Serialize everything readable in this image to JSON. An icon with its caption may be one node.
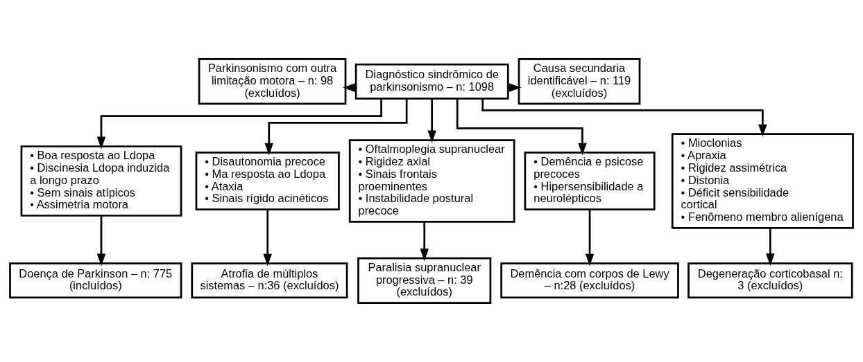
{
  "diagram": {
    "nodes": [
      {
        "text": [
          "Parkinsonismo com outra limitação motora – n: 98 (excluídos)"
        ]
      },
      {
        "text": [
          "Diagnóstico sindrômico de parkinsonismo – n: 1098"
        ]
      },
      {
        "text": [
          "Causa secundaria identificável – n: 119 (excluídos)"
        ]
      },
      {
        "text": [
          "• Boa resposta ao Ldopa",
          "• Discinesia Ldopa induzida a longo prazo",
          "• Sem sinais atípicos",
          "• Assimetria motora"
        ]
      },
      {
        "text": [
          "• Disautonomia precoce",
          "• Ma resposta ao Ldopa",
          "• Ataxia",
          "• Sinais rígido acinéticos"
        ]
      },
      {
        "text": [
          "• Oftalmoplegia supranuclear",
          "• Rigidez axial",
          "• Sinais frontais proeminentes",
          "• Instabilidade postural precoce"
        ]
      },
      {
        "text": [
          "• Demência e psicose precoces",
          "• Hipersensibilidade a neurolépticos"
        ]
      },
      {
        "text": [
          "• Mioclonias",
          "• Apraxia",
          "• Rigidez assimétrica",
          "• Distonia",
          "• Déficit sensibilidade cortical",
          "• Fenômeno membro alienígena"
        ]
      },
      {
        "text": [
          "Doença de Parkinson – n: 775 (incluídos)"
        ]
      },
      {
        "text": [
          "Atrofia de múltiplos sistemas – n:36 (excluídos)"
        ]
      },
      {
        "text": [
          "Paralisia supranuclear progressiva – n: 39 (excluídos)"
        ]
      },
      {
        "text": [
          "Demência com corpos de Lewy – n:28 (excluídos)"
        ]
      },
      {
        "text": [
          "Degeneração corticobasal n: 3 (excluídos)"
        ]
      }
    ],
    "edges": [
      {
        "from": 1,
        "to": 0,
        "arrow": "to"
      },
      {
        "from": 1,
        "to": 2,
        "arrow": "to"
      },
      {
        "from": 1,
        "to": 3,
        "arrow": "to"
      },
      {
        "from": 1,
        "to": 4,
        "arrow": "to"
      },
      {
        "from": 1,
        "to": 5,
        "arrow": "to"
      },
      {
        "from": 1,
        "to": 6,
        "arrow": "to"
      },
      {
        "from": 1,
        "to": 7,
        "arrow": "to"
      },
      {
        "from": 3,
        "to": 8,
        "arrow": "to"
      },
      {
        "from": 4,
        "to": 9,
        "arrow": "to"
      },
      {
        "from": 5,
        "to": 10,
        "arrow": "to"
      },
      {
        "from": 6,
        "to": 11,
        "arrow": "to"
      },
      {
        "from": 7,
        "to": 12,
        "arrow": "to"
      }
    ]
  }
}
